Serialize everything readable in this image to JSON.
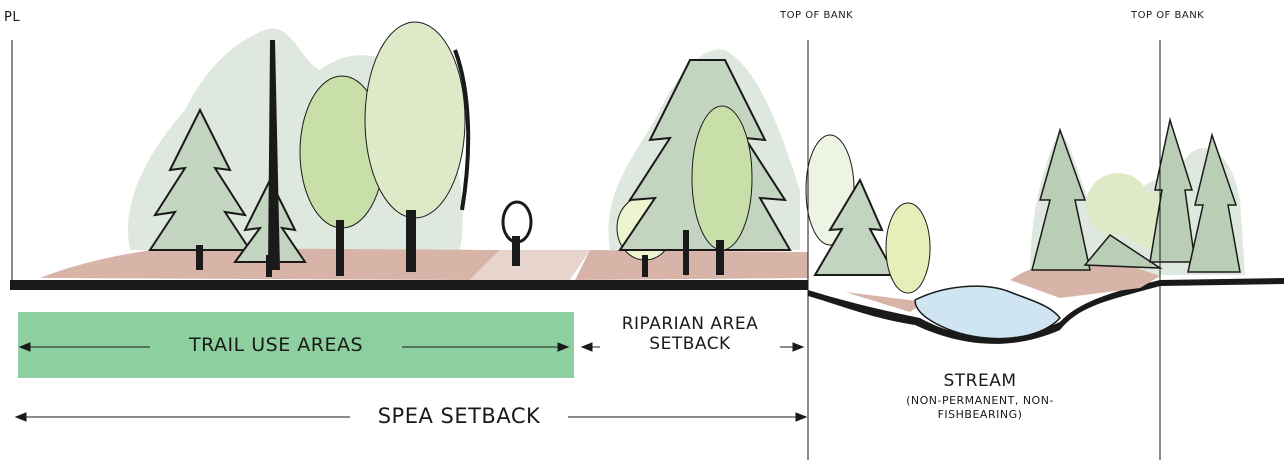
{
  "labels": {
    "property_line": "PL",
    "top_of_bank_left": "Top of Bank",
    "top_of_bank_right": "Top of Bank",
    "trail_use_areas": "Trail Use Areas",
    "riparian_area_setback": "Riparian Area Setback",
    "spea_setback": "SPEA Setback",
    "stream_title": "Stream",
    "stream_subtitle": "(Non-Permanent, Non-Fishbearing)"
  },
  "colors": {
    "ground": "#d8b4a8",
    "trail_band": "#8ecf9f",
    "stream_water": "#cfe6f2",
    "tree_light": "#dde9c7",
    "tree_mid": "#c9dfaa",
    "conifer_mass": "#c3d4c0",
    "ink": "#1a1a1a"
  }
}
